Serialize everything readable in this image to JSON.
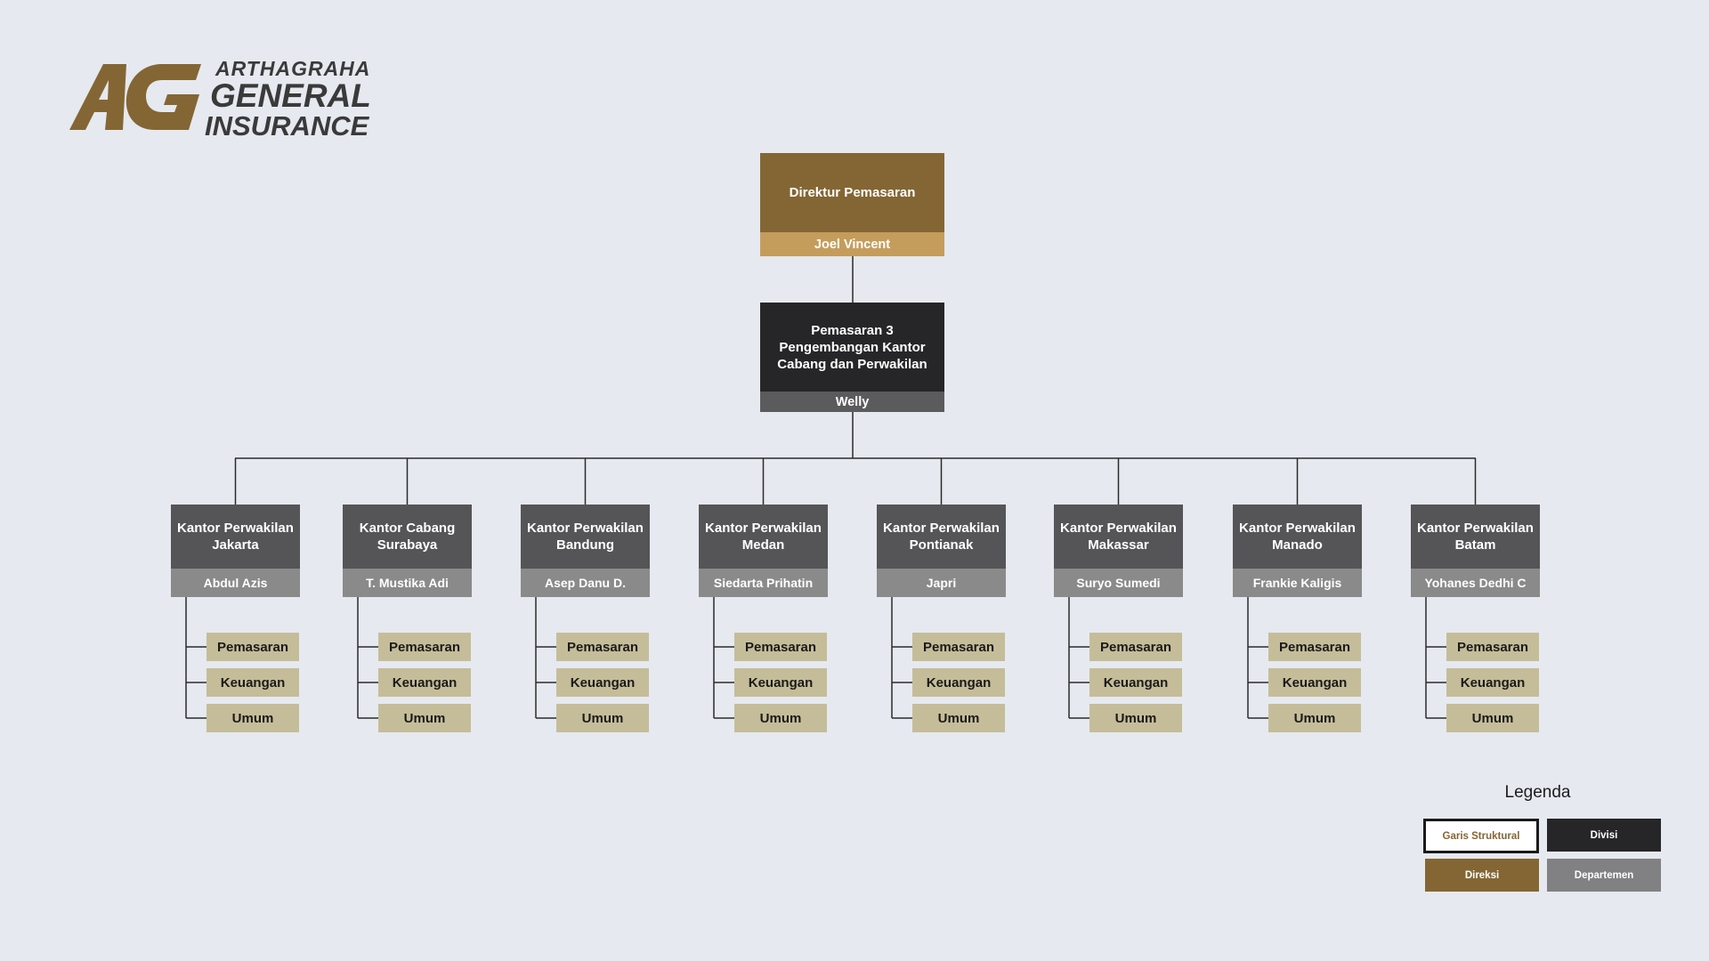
{
  "logo": {
    "line1": "ARTHAGRAHA",
    "line2": "GENERAL",
    "line3": "INSURANCE",
    "color": "#846634"
  },
  "director": {
    "title": "Direktur Pemasaran",
    "name": "Joel Vincent"
  },
  "division": {
    "title": "Pemasaran 3 Pengembangan Kantor Cabang dan Perwakilan",
    "name": "Welly"
  },
  "offices": [
    {
      "title": "Kantor Perwakilan Jakarta",
      "name": "Abdul Azis"
    },
    {
      "title": "Kantor Cabang Surabaya",
      "name": "T. Mustika Adi"
    },
    {
      "title": "Kantor Perwakilan Bandung",
      "name": "Asep Danu D."
    },
    {
      "title": "Kantor Perwakilan Medan",
      "name": "Siedarta Prihatin"
    },
    {
      "title": "Kantor Perwakilan Pontianak",
      "name": "Japri"
    },
    {
      "title": "Kantor Perwakilan Makassar",
      "name": "Suryo Sumedi"
    },
    {
      "title": "Kantor Perwakilan Manado",
      "name": "Frankie Kaligis"
    },
    {
      "title": "Kantor Perwakilan Batam",
      "name": "Yohanes Dedhi C"
    }
  ],
  "departments": [
    "Pemasaran",
    "Keuangan",
    "Umum"
  ],
  "legend": {
    "title": "Legenda",
    "garis": "Garis Struktural",
    "divisi": "Divisi",
    "direksi": "Direksi",
    "departemen": "Departemen"
  },
  "colors": {
    "background": "#e6e9ef",
    "direksi": "#846634",
    "direksi_name": "#c49d5c",
    "divisi": "#262628",
    "office": "#555557",
    "office_name": "#8a8a8b",
    "department": "#c5bd99"
  }
}
